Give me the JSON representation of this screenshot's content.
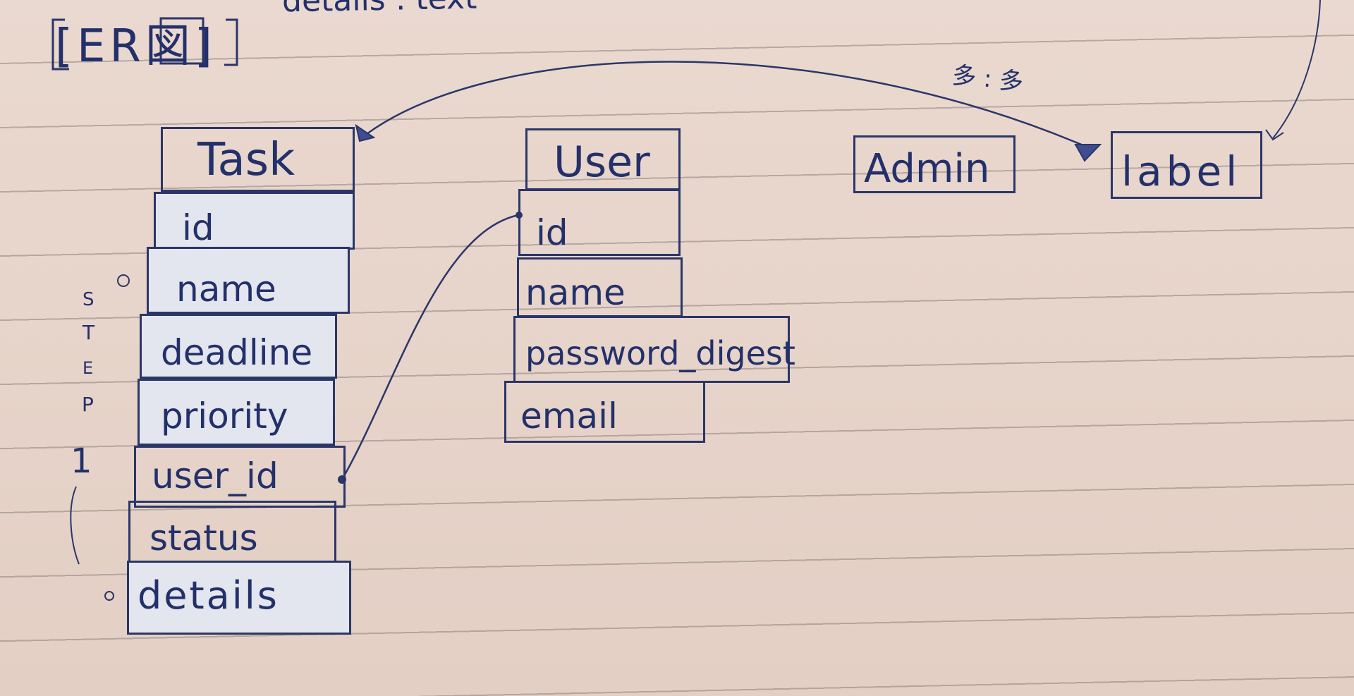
{
  "header": {
    "title": "[ER図]",
    "cut_text": "details : text"
  },
  "entities": {
    "task": {
      "name": "Task",
      "fields": [
        "id",
        "name",
        "deadline",
        "priority",
        "user_id",
        "status",
        "details"
      ]
    },
    "user": {
      "name": "User",
      "fields": [
        "id",
        "name",
        "password_digest",
        "email"
      ]
    },
    "admin": {
      "name": "Admin"
    },
    "label": {
      "name": "label"
    }
  },
  "relation": {
    "task_label": "多 : 多"
  },
  "margin_notes": {
    "step": [
      "S",
      "T",
      "E",
      "P",
      "1"
    ]
  },
  "colors": {
    "ink": "#23306a",
    "paper": "#e8d6cc",
    "highlight": "#dde6f0"
  }
}
